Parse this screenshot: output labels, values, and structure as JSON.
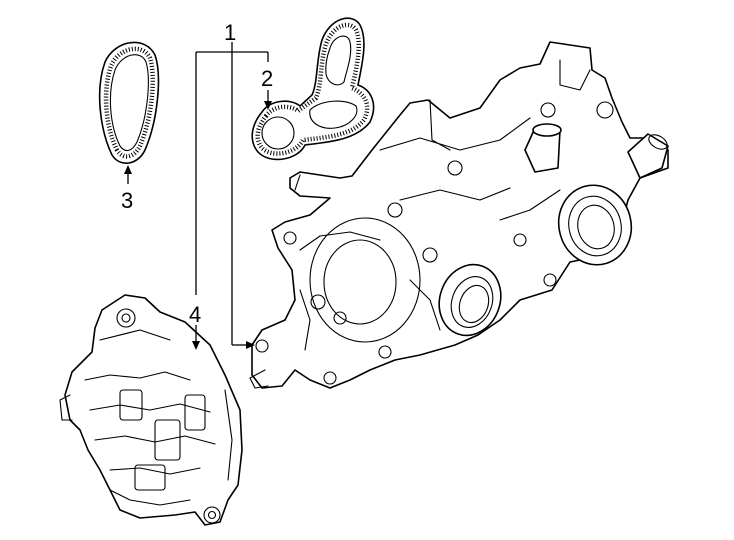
{
  "callouts": [
    {
      "number": "1",
      "part": "water-pump-housing"
    },
    {
      "number": "2",
      "part": "gasket"
    },
    {
      "number": "3",
      "part": "drive-belt"
    },
    {
      "number": "4",
      "part": "actuator-module"
    }
  ],
  "colors": {
    "line": "#000000",
    "background": "#ffffff"
  }
}
